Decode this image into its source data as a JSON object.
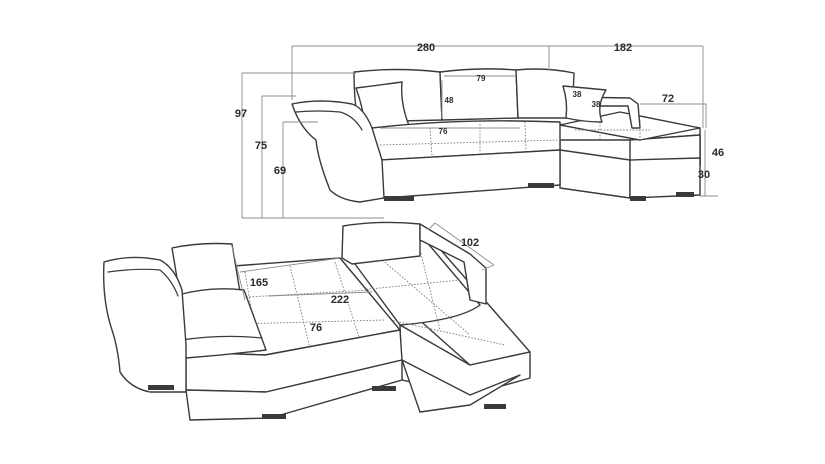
{
  "dimensions": {
    "assembled": {
      "total_length": "280",
      "chaise_length": "182",
      "back_cushion_width": "79",
      "back_cushion_height": "48",
      "pillow_width": "38",
      "pillow_height": "38",
      "chaise_width": "72",
      "total_height": "97",
      "armrest_height": "75",
      "backrest_height": "69",
      "seat_depth": "76",
      "chaise_seat_height": "46",
      "leg_height": "30"
    },
    "sleeping": {
      "chaise_depth": "102",
      "bed_width": "165",
      "bed_length": "222",
      "bed_seat_depth": "76"
    }
  },
  "colors": {
    "outline": "#3a3a3a",
    "dimension_line": "#8c8c8c",
    "text": "#2b2b2b",
    "background": "#ffffff"
  }
}
